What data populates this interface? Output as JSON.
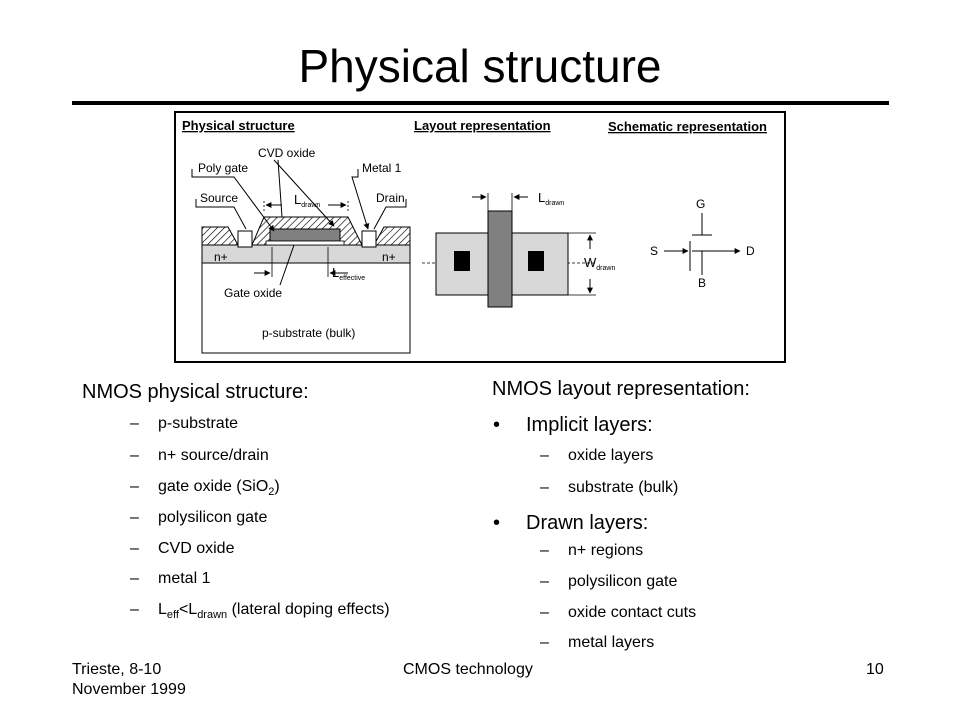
{
  "slide": {
    "title": "Physical structure",
    "footer": {
      "left_line1": "Trieste, 8-10",
      "left_line2": "November 1999",
      "center": "CMOS technology",
      "page_number": "10"
    }
  },
  "figure": {
    "section_physical": "Physical structure",
    "section_layout": "Layout representation",
    "section_schematic": "Schematic representation",
    "labels": {
      "cvd_oxide": "CVD oxide",
      "poly_gate": "Poly gate",
      "metal1": "Metal 1",
      "source": "Source",
      "drain": "Drain",
      "l_drawn_main": "L",
      "l_drawn_sub": "drawn",
      "n_plus_left": "n+",
      "n_plus_right": "n+",
      "l_effective_main": "L",
      "l_effective_sub": "effective",
      "gate_oxide": "Gate oxide",
      "p_substrate": "p-substrate (bulk)",
      "w_drawn_main": "W",
      "w_drawn_sub": "drawn",
      "terminal_g": "G",
      "terminal_s": "S",
      "terminal_d": "D",
      "terminal_b": "B"
    }
  },
  "left_column": {
    "heading": "NMOS physical structure:",
    "items": [
      {
        "dash": "–",
        "text": "p-substrate"
      },
      {
        "dash": "–",
        "text": "n+ source/drain"
      },
      {
        "dash": "–",
        "text_before": "gate oxide (SiO",
        "subscript": "2",
        "text_after": ")"
      },
      {
        "dash": "–",
        "text": "polysilicon gate"
      },
      {
        "dash": "–",
        "text": "CVD oxide"
      },
      {
        "dash": "–",
        "text": "metal 1"
      },
      {
        "dash": "–",
        "l1": "L",
        "l1_sub": "eff",
        "lt": "<L",
        "l2_sub": "drawn",
        "text_after": " (lateral doping effects)"
      }
    ]
  },
  "right_column": {
    "heading": "NMOS layout representation:",
    "groups": [
      {
        "bullet": "•",
        "label": "Implicit layers:",
        "items": [
          {
            "dash": "–",
            "text": "oxide layers"
          },
          {
            "dash": "–",
            "text": "substrate (bulk)"
          }
        ]
      },
      {
        "bullet": "•",
        "label": "Drawn layers:",
        "items": [
          {
            "dash": "–",
            "text": "n+ regions"
          },
          {
            "dash": "–",
            "text": "polysilicon gate"
          },
          {
            "dash": "–",
            "text": "oxide contact cuts"
          },
          {
            "dash": "–",
            "text": "metal layers"
          }
        ]
      }
    ]
  }
}
